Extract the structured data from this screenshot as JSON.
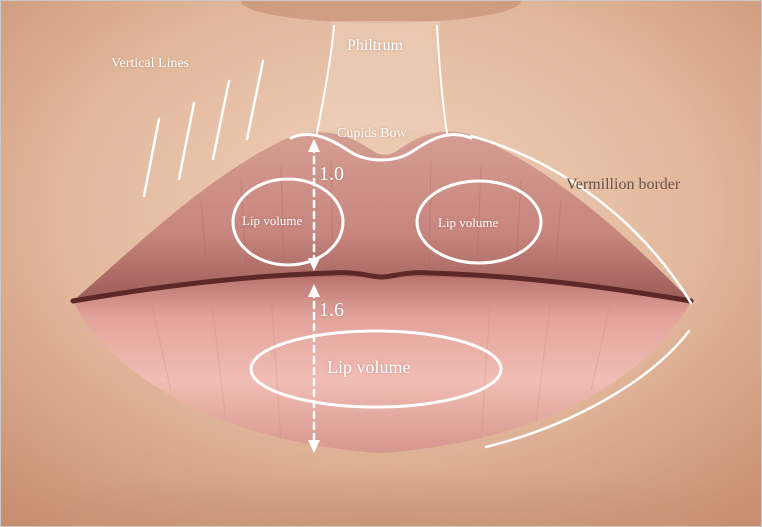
{
  "labels": {
    "philtrum": "Philtrum",
    "vertical_lines": "Vertical Lines",
    "cupids_bow": "Cupids Bow",
    "vermillion_border": "Vermillion border",
    "upper_ratio": "1.0",
    "lower_ratio": "1.6",
    "lip_volume_left": "Lip volume",
    "lip_volume_right": "Lip volume",
    "lip_volume_lower": "Lip volume"
  },
  "colors": {
    "skin_light": "#e9c8ae",
    "skin_mid": "#d9a98c",
    "lip_upper": "#c98a82",
    "lip_lower": "#e6aaa3",
    "lip_line": "#6a2f2c",
    "annotation": "#ffffff"
  }
}
